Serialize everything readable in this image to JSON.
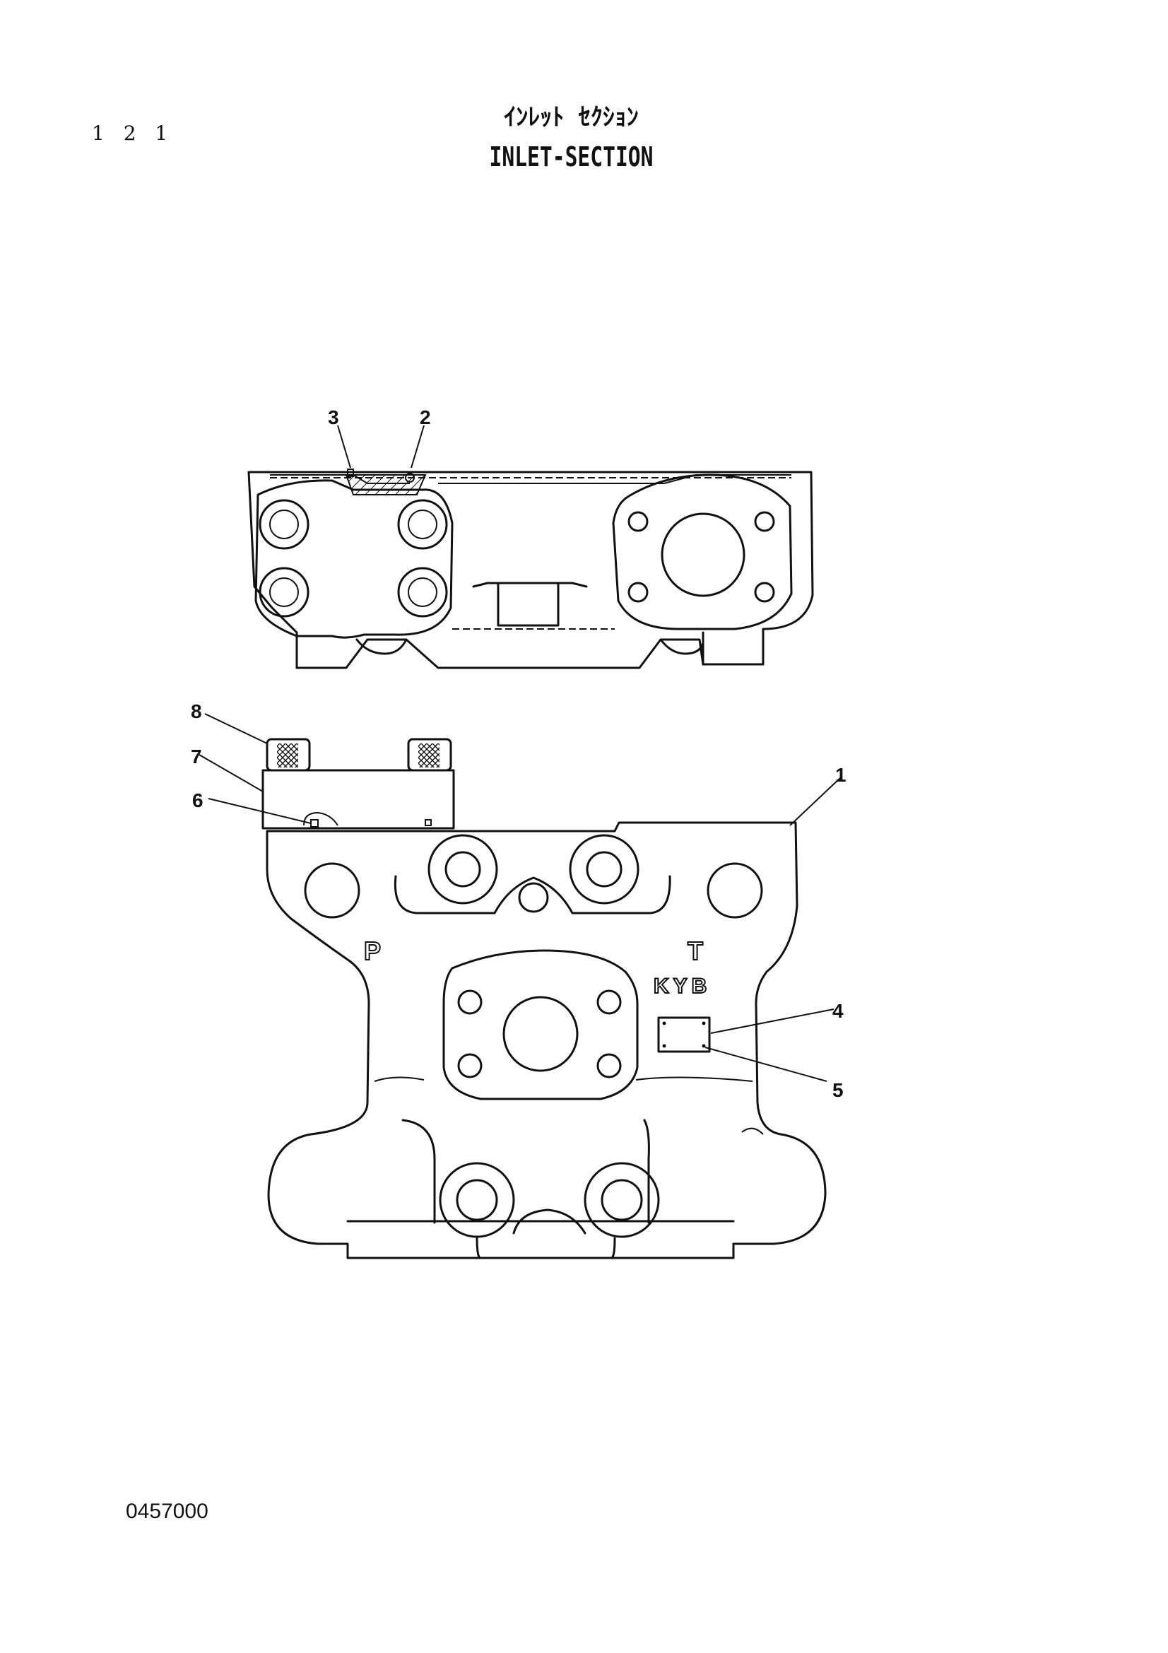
{
  "document": {
    "page_number": "1 2 1",
    "title_jp": "ｲﾝﾚｯﾄ ｾｸｼｮﾝ",
    "title_en": "INLET-SECTION",
    "drawing_code": "0457000"
  },
  "diagram": {
    "callouts": [
      "1",
      "2",
      "3",
      "4",
      "5",
      "6",
      "7",
      "8"
    ],
    "port_labels": {
      "pump": "P",
      "tank": "T"
    },
    "brand_mark": "KYB"
  }
}
